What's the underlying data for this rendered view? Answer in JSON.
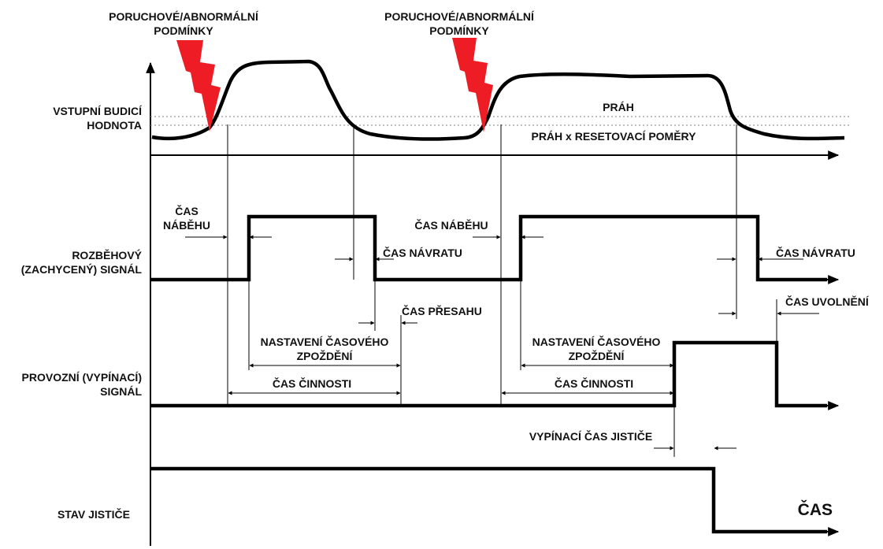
{
  "fault": {
    "line1": "PORUCHOVÉ/ABNORMÁLNÍ",
    "line2": "PODMÍNKY",
    "bolt_color": "#ee1c24"
  },
  "axes": {
    "input": [
      "VSTUPNÍ BUDICÍ",
      "HODNOTA"
    ],
    "pickup": [
      "ROZBĚHOVÝ",
      "(ZACHYCENÝ) SIGNÁL"
    ],
    "operate": [
      "PROVOZNÍ (VYPÍNACÍ)",
      "SIGNÁL"
    ],
    "breaker": "STAV JISTIČE",
    "time": "ČAS"
  },
  "threshold": {
    "label": "PRÁH",
    "reset_label": "PRÁH x RESETOVACÍ POMĚRY"
  },
  "labels": {
    "pickup_time_a": [
      "ČAS",
      "NÁBĚHU"
    ],
    "pickup_time_b": "ČAS NÁBĚHU",
    "reset_time": "ČAS NÁVRATU",
    "overshoot_time": "ČAS PŘESAHU",
    "delay_setting": [
      "NASTAVENÍ ČASOVÉHO",
      "ZPOŽDĚNÍ"
    ],
    "operating_time": "ČAS ČINNOSTI",
    "dropout_time": "ČAS UVOLNĚNÍ",
    "breaker_trip_time": "VYPÍNACÍ ČAS JISTIČE"
  }
}
